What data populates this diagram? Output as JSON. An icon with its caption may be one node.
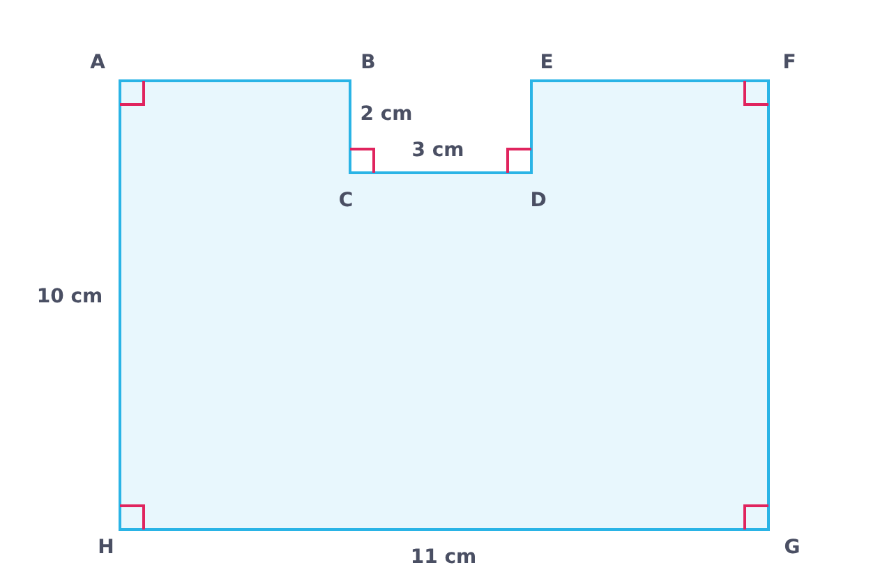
{
  "diagram": {
    "labels": [
      "A",
      "B",
      "E",
      "F",
      "2 cm",
      "3 cm",
      "C",
      "D",
      "10 cm",
      "H",
      "11 cm",
      "G"
    ]
  }
}
